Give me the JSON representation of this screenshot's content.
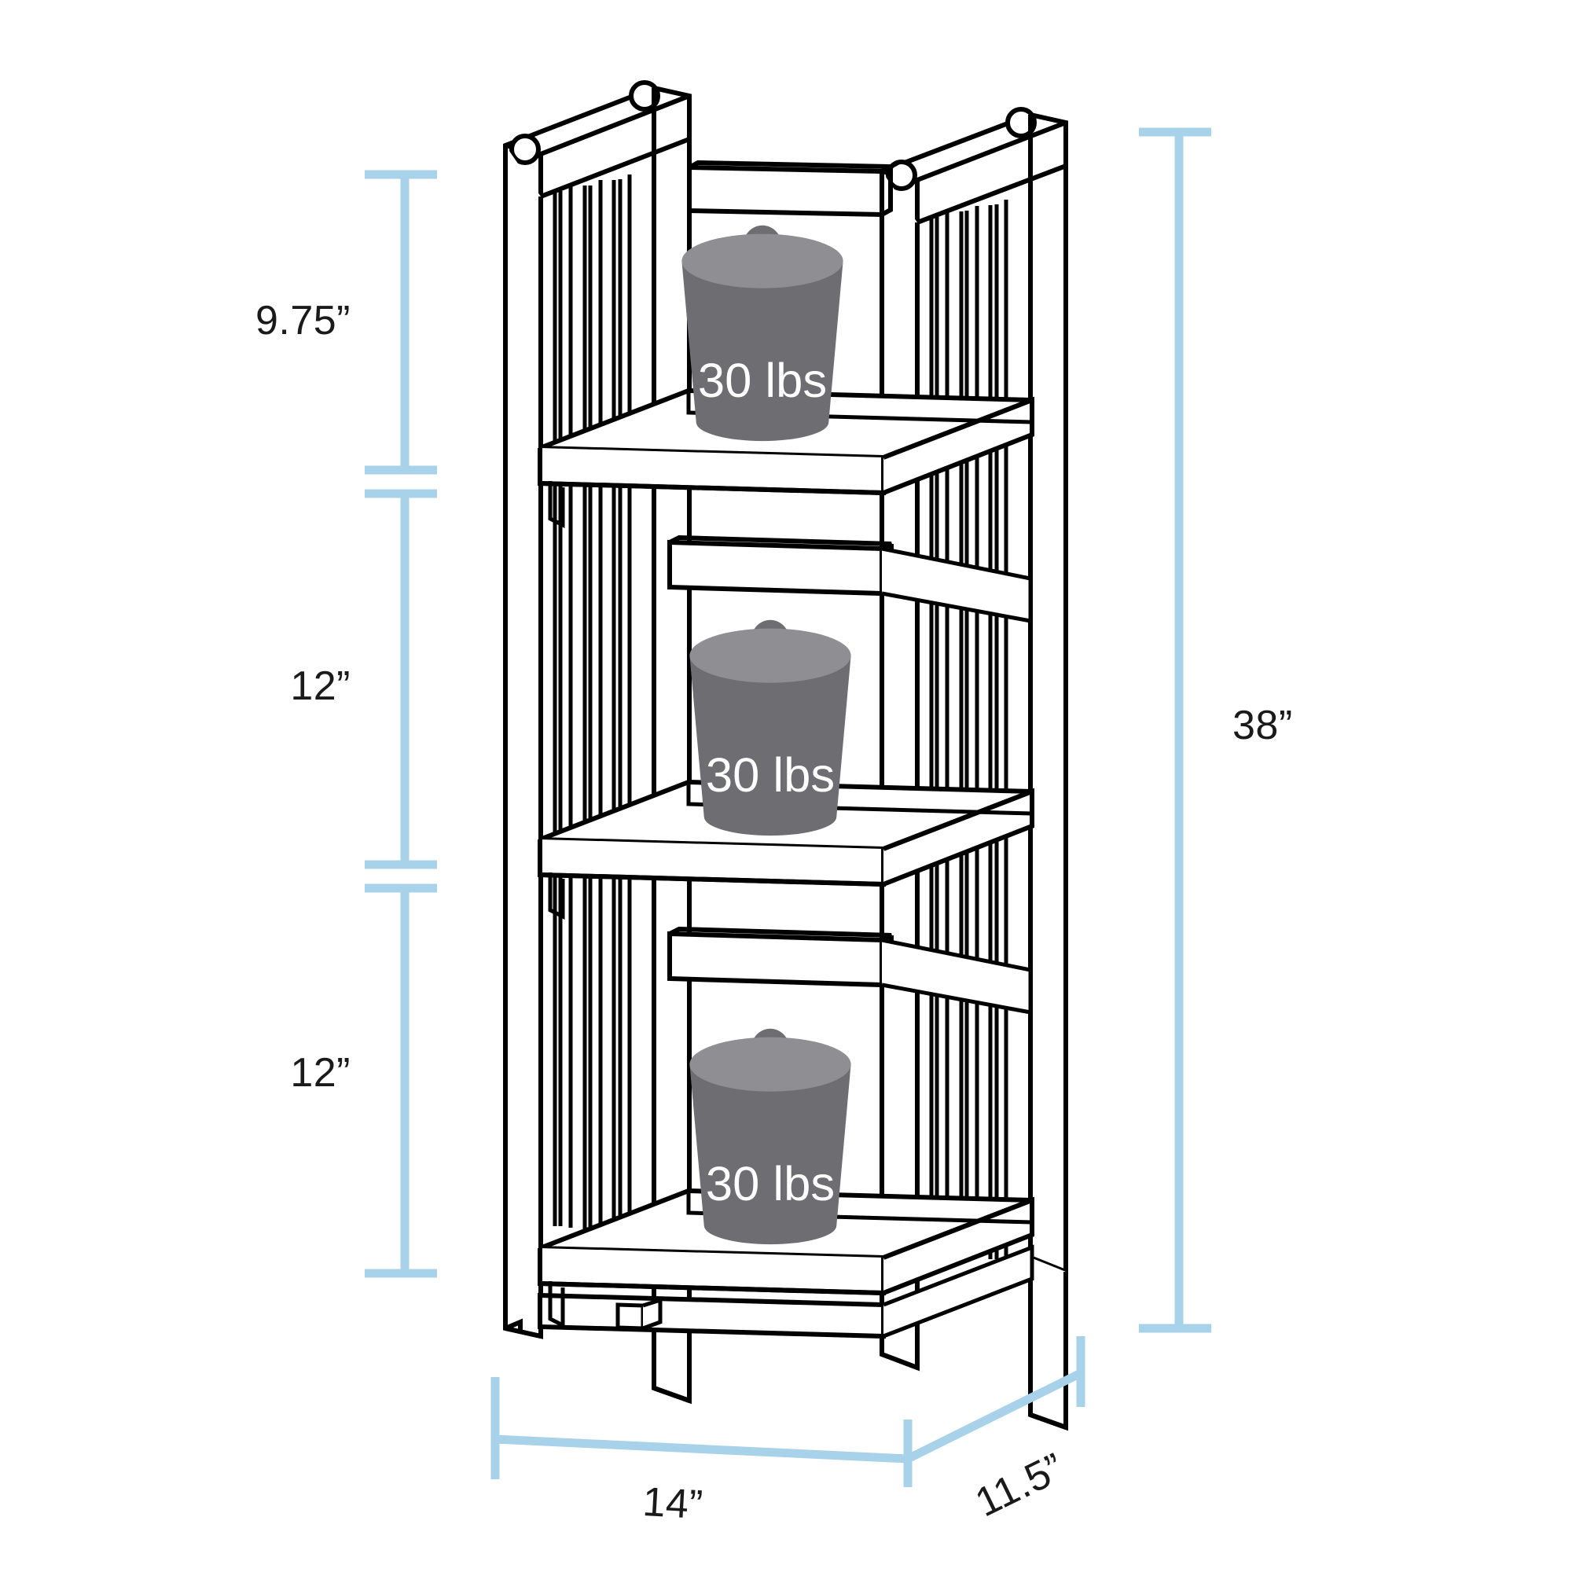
{
  "diagram": {
    "title": "Three-Shelf Folding Bookcase Dimension Diagram",
    "product_type": "3-tier folding bookshelf",
    "units": "inches",
    "colors": {
      "dimension_line": "#a8d2ea",
      "outline": "#000000",
      "background": "#ffffff",
      "weight_body": "#6d6d72",
      "weight_top": "#8e8e93",
      "weight_knob": "#6d6d72",
      "weight_label": "#ffffff"
    }
  },
  "dimensions": {
    "left_stack": [
      {
        "id": "top-shelf-clearance",
        "label": "9.75”",
        "value": 9.75,
        "unit": "in"
      },
      {
        "id": "middle-shelf-clearance",
        "label": "12”",
        "value": 12,
        "unit": "in"
      },
      {
        "id": "bottom-shelf-clearance",
        "label": "12”",
        "value": 12,
        "unit": "in"
      }
    ],
    "overall_height": {
      "id": "overall-height",
      "label": "38”",
      "value": 38,
      "unit": "in"
    },
    "width": {
      "id": "overall-width",
      "label": "14”",
      "value": 14,
      "unit": "in"
    },
    "depth": {
      "id": "overall-depth",
      "label": "11.5”",
      "value": 11.5,
      "unit": "in"
    }
  },
  "capacity": {
    "per_shelf_label": "30 lbs",
    "per_shelf_value": 30,
    "unit": "lbs",
    "shelves": [
      {
        "id": "shelf-top",
        "label": "30 lbs"
      },
      {
        "id": "shelf-middle",
        "label": "30 lbs"
      },
      {
        "id": "shelf-bottom",
        "label": "30 lbs"
      }
    ]
  }
}
